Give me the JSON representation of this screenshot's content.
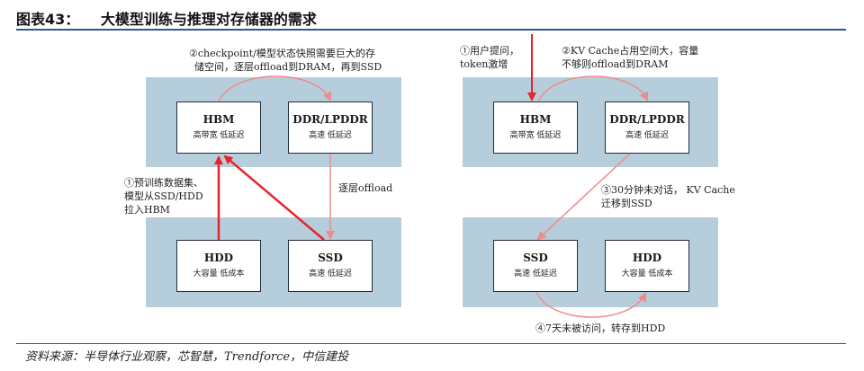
{
  "header": {
    "figure_number": "图表43：",
    "title": "大模型训练与推理对存储器的需求"
  },
  "training": {
    "boxes": {
      "hbm": {
        "name": "HBM",
        "desc": "高带宽 低延迟"
      },
      "ddr": {
        "name": "DDR/LPDDR",
        "desc": "高速 低延迟"
      },
      "hdd": {
        "name": "HDD",
        "desc": "大容量 低成本"
      },
      "ssd": {
        "name": "SSD",
        "desc": "高速 低延迟"
      }
    },
    "labels": {
      "step2_line1": "②checkpoint/模型状态快照需要巨大的存",
      "step2_line2": "储空间，逐层offload到DRAM，再到SSD",
      "step1_line1": "①预训练数据集、",
      "step1_line2": "模型从SSD/HDD",
      "step1_line3": "拉入HBM",
      "offload": "逐层offload"
    }
  },
  "inference": {
    "boxes": {
      "hbm": {
        "name": "HBM",
        "desc": "高带宽 低延迟"
      },
      "ddr": {
        "name": "DDR/LPDDR",
        "desc": "高速 低延迟"
      },
      "ssd": {
        "name": "SSD",
        "desc": "高速 低延迟"
      },
      "hdd": {
        "name": "HDD",
        "desc": "大容量 低成本"
      }
    },
    "labels": {
      "step1_line1": "①用户提问，",
      "step1_line2": "token激增",
      "step2_line1": "②KV Cache占用空间大，容量",
      "step2_line2": "不够则offload到DRAM",
      "step3_line1": "③30分钟未对话， KV Cache",
      "step3_line2": "迁移到SSD",
      "step4": "④7天未被访问，转存到HDD"
    }
  },
  "source": "资料来源：半导体行业观察，芯智慧，Trendforce，中信建投",
  "colors": {
    "band": "#b6cedc",
    "strong_arrow": "#e8232a",
    "light_arrow": "#f08a8a",
    "rule": "#2b5797"
  }
}
